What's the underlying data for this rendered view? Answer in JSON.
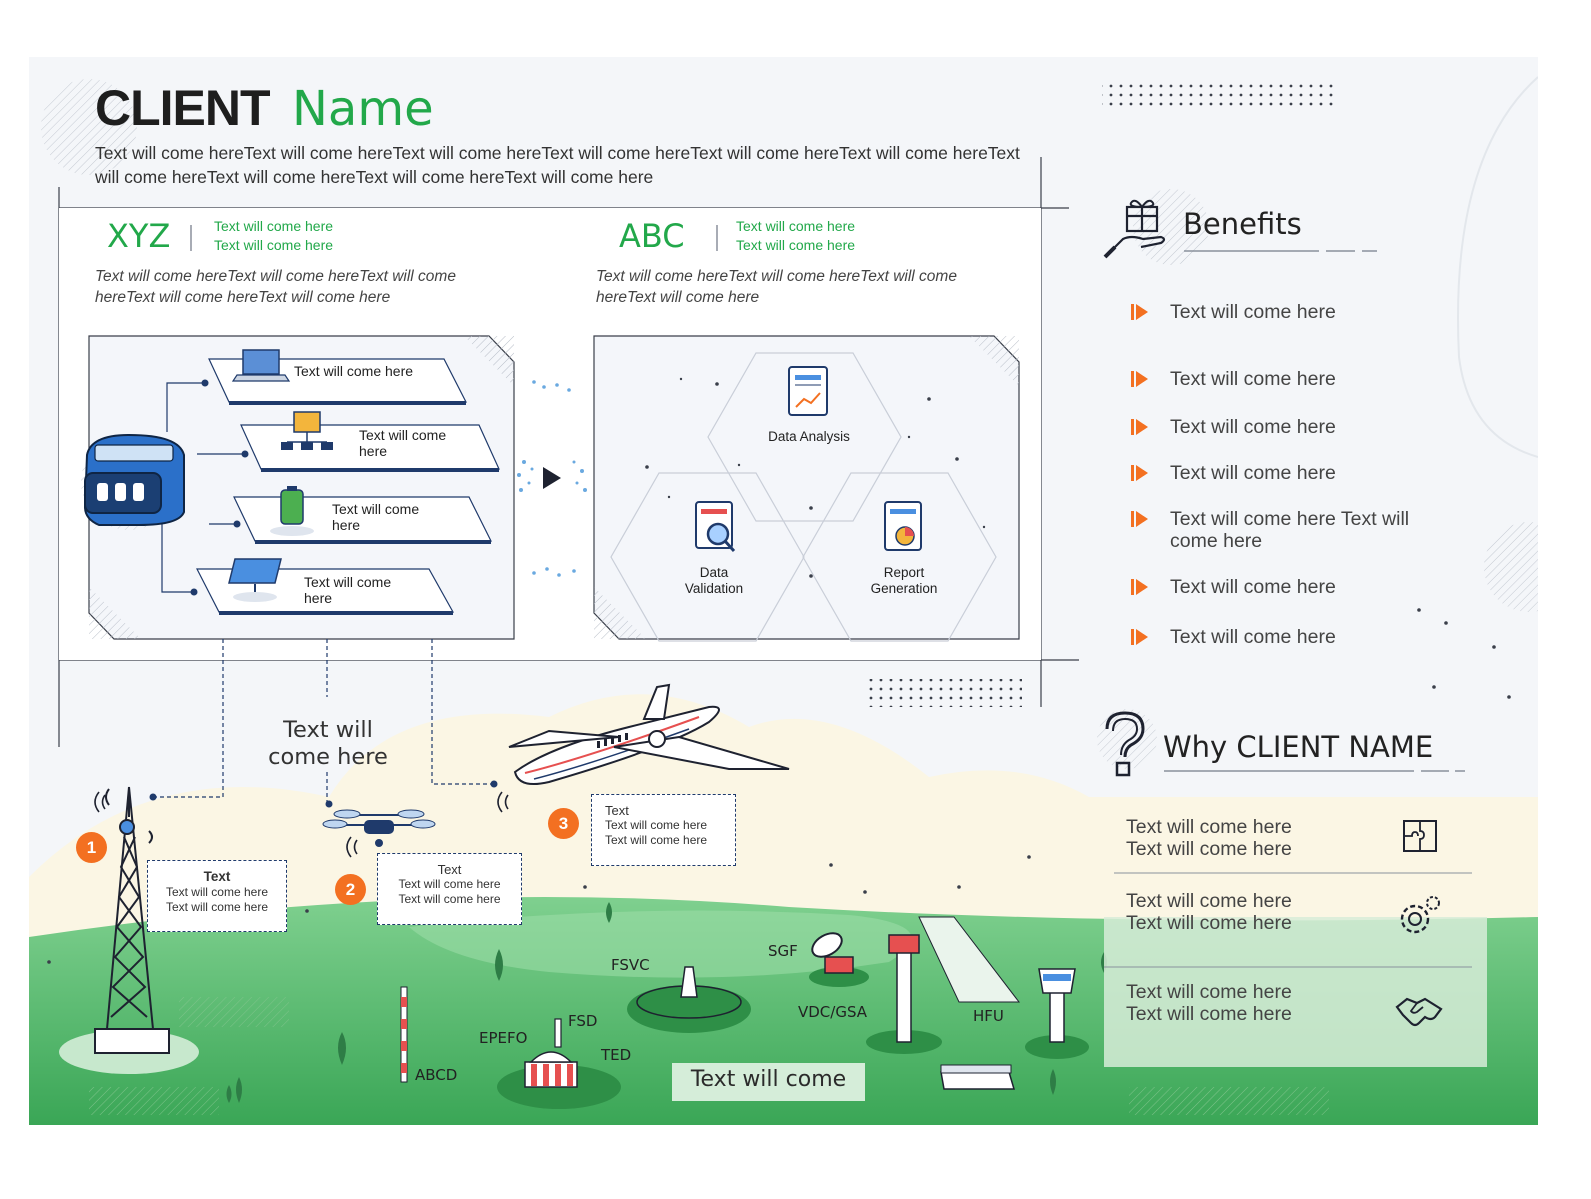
{
  "header": {
    "title_bold": "CLIENT",
    "title_light": "Name",
    "intro": "Text will come hereText will come hereText will come hereText will come hereText will come hereText will come hereText will come hereText will come hereText will come hereText will come here"
  },
  "xyz": {
    "name": "XYZ",
    "sub1": "Text will come here",
    "sub2": "Text will come here",
    "desc": "Text will come hereText will come hereText will come hereText will come hereText will come here",
    "items": [
      {
        "label": "Text will come here",
        "icon": "laptop-icon"
      },
      {
        "label": "Text will come here",
        "icon": "computer-network-icon"
      },
      {
        "label": "Text will come here",
        "icon": "battery-icon"
      },
      {
        "label": "Text will come here",
        "icon": "solar-panel-icon"
      }
    ]
  },
  "abc": {
    "name": "ABC",
    "sub1": "Text will come here",
    "sub2": "Text will come here",
    "desc": "Text will come hereText will come hereText will come hereText will come here",
    "hexes": [
      {
        "label": "Data Analysis",
        "icon": "chart-report-icon"
      },
      {
        "label": "Data Validation",
        "icon": "magnifier-report-icon"
      },
      {
        "label": "Report Generation",
        "icon": "pie-report-icon"
      }
    ]
  },
  "benefits": {
    "title": "Benefits",
    "icon": "gift-hand-icon",
    "items": [
      "Text will come here",
      "Text will come here",
      "Text will come here",
      "Text will come here",
      "Text will come here Text will come here",
      "Text will come here",
      "Text will come here"
    ]
  },
  "why": {
    "title": "Why CLIENT NAME",
    "icon": "question-icon",
    "items": [
      {
        "line1": "Text will come here",
        "line2": "Text will come here",
        "icon": "puzzle-icon"
      },
      {
        "line1": "Text will come here",
        "line2": "Text will come here",
        "icon": "gear-cog-icon"
      },
      {
        "line1": "Text will come here",
        "line2": "Text will come here",
        "icon": "handshake-icon"
      }
    ]
  },
  "scene": {
    "center_label": "Text will come here",
    "bottom_label": "Text will come",
    "callouts": [
      {
        "badge": "1",
        "title": "Text",
        "line1": "Text will come here",
        "line2": "Text will come here"
      },
      {
        "badge": "2",
        "title": "Text",
        "line1": "Text will come here",
        "line2": "Text will come here"
      },
      {
        "badge": "3",
        "title": "Text",
        "line1": "Text will come here",
        "line2": "Text will come here"
      }
    ],
    "stations": [
      "FSVC",
      "SGF",
      "VDC/GSA",
      "HFU",
      "FSD",
      "EPEFO",
      "TED",
      "ABCD"
    ]
  },
  "colors": {
    "accent_green": "#22a84a",
    "accent_orange": "#f37021",
    "navy": "#1f3a6b",
    "grass": "#56b96a"
  }
}
